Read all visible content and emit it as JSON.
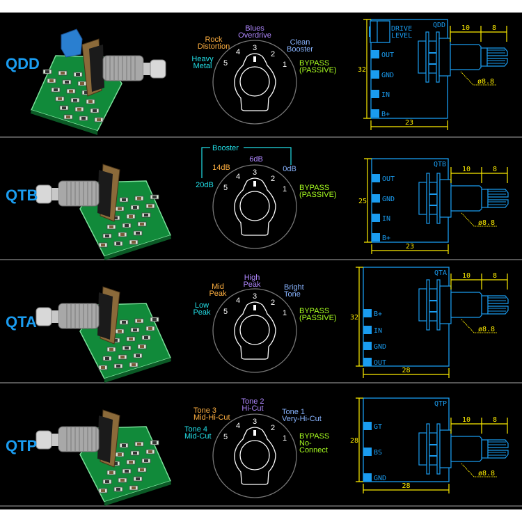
{
  "colors": {
    "background": "#000000",
    "model_label": "#1a9cf0",
    "diagram_line": "#1a9cf0",
    "dimension": "#ffee00",
    "label_top": "#b088ff",
    "label_upper_left": "#ffb040",
    "label_upper_right": "#88b4ff",
    "label_left": "#22e0e8",
    "label_bypass": "#a8ff20",
    "divider": "#555555"
  },
  "dial_numbers": [
    "1",
    "2",
    "3",
    "4",
    "5"
  ],
  "rows": [
    {
      "model": "QDD",
      "photo_icon": "pcb-with-trimmer-and-pot",
      "knob": {
        "top": [
          "Blues",
          "Overdrive"
        ],
        "upper_left": [
          "Rock",
          "Distortion"
        ],
        "upper_right": [
          "Clean",
          "Booster"
        ],
        "left": [
          "Heavy",
          "Metal"
        ],
        "right": [
          "BYPASS",
          "(PASSIVE)"
        ]
      },
      "diagram": {
        "model": "QDD",
        "extra_label": [
          "DRIVE",
          "LEVEL"
        ],
        "pins": [
          "OUT",
          "GND",
          "IN",
          "B+"
        ],
        "height": "32",
        "width": "23",
        "shaft_length": "10",
        "knurl_length": "8",
        "diameter": "ø8.8"
      }
    },
    {
      "model": "QTB",
      "photo_icon": "pcb-with-pot",
      "knob": {
        "group": "Booster",
        "top": [
          "6dB"
        ],
        "upper_left": [
          "14dB"
        ],
        "upper_right": [
          "0dB"
        ],
        "left": [
          "20dB"
        ],
        "right": [
          "BYPASS",
          "(PASSIVE)"
        ]
      },
      "diagram": {
        "model": "QTB",
        "pins": [
          "OUT",
          "GND",
          "IN",
          "B+"
        ],
        "height": "25",
        "width": "23",
        "shaft_length": "10",
        "knurl_length": "8",
        "diameter": "ø8.8"
      }
    },
    {
      "model": "QTA",
      "photo_icon": "pcb-with-pot",
      "knob": {
        "top": [
          "High",
          "Peak"
        ],
        "upper_left": [
          "Mid",
          "Peak"
        ],
        "upper_right": [
          "Bright",
          "Tone"
        ],
        "left": [
          "Low",
          "Peak"
        ],
        "right": [
          "BYPASS",
          "(PASSIVE)"
        ]
      },
      "diagram": {
        "model": "QTA",
        "pins": [
          "B+",
          "IN",
          "GND",
          "OUT"
        ],
        "height": "32",
        "width": "28",
        "shaft_length": "10",
        "knurl_length": "8",
        "diameter": "ø8.8"
      }
    },
    {
      "model": "QTP",
      "photo_icon": "pcb-with-pot",
      "knob": {
        "top": [
          "Tone 2",
          "Hi-Cut"
        ],
        "upper_left": [
          "Tone 3",
          "Mid-Hi-Cut"
        ],
        "upper_right": [
          "Tone 1",
          "Very-Hi-Cut"
        ],
        "left": [
          "Tone 4",
          "Mid-Cut"
        ],
        "right": [
          "BYPASS",
          "No-",
          "Connect"
        ]
      },
      "diagram": {
        "model": "QTP",
        "pins": [
          "GT",
          "BS",
          "GND"
        ],
        "height": "28",
        "width": "28",
        "shaft_length": "10",
        "knurl_length": "8",
        "diameter": "ø8.8"
      }
    }
  ]
}
